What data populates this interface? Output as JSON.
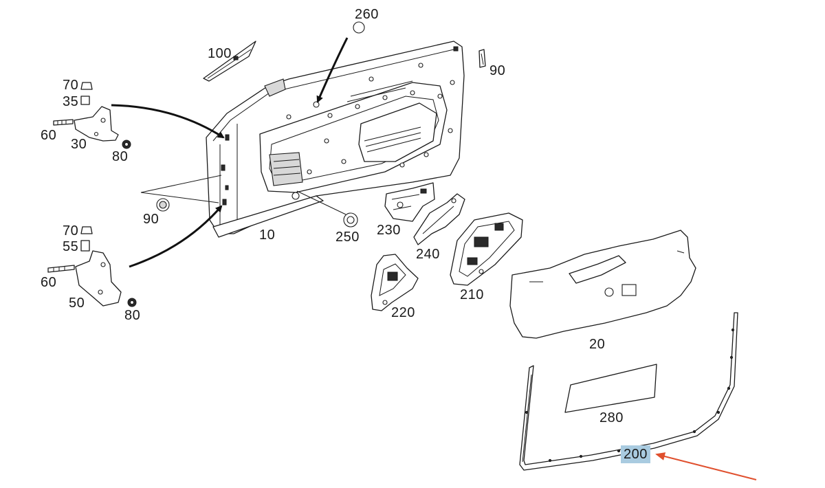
{
  "callouts": {
    "c260": "260",
    "c100": "100",
    "c90_top": "90",
    "c70_top": "70",
    "c35": "35",
    "c60_top": "60",
    "c30": "30",
    "c80_top": "80",
    "c90_left": "90",
    "c10": "10",
    "c250": "250",
    "c230": "230",
    "c240": "240",
    "c70_bottom": "70",
    "c55": "55",
    "c60_bottom": "60",
    "c50": "50",
    "c80_bottom": "80",
    "c210": "210",
    "c220": "220",
    "c20": "20",
    "c280": "280",
    "c200": "200"
  },
  "highlight": {
    "callout": "200",
    "fill_color": "#a9cbe0",
    "arrow_color": "#e0502e"
  }
}
